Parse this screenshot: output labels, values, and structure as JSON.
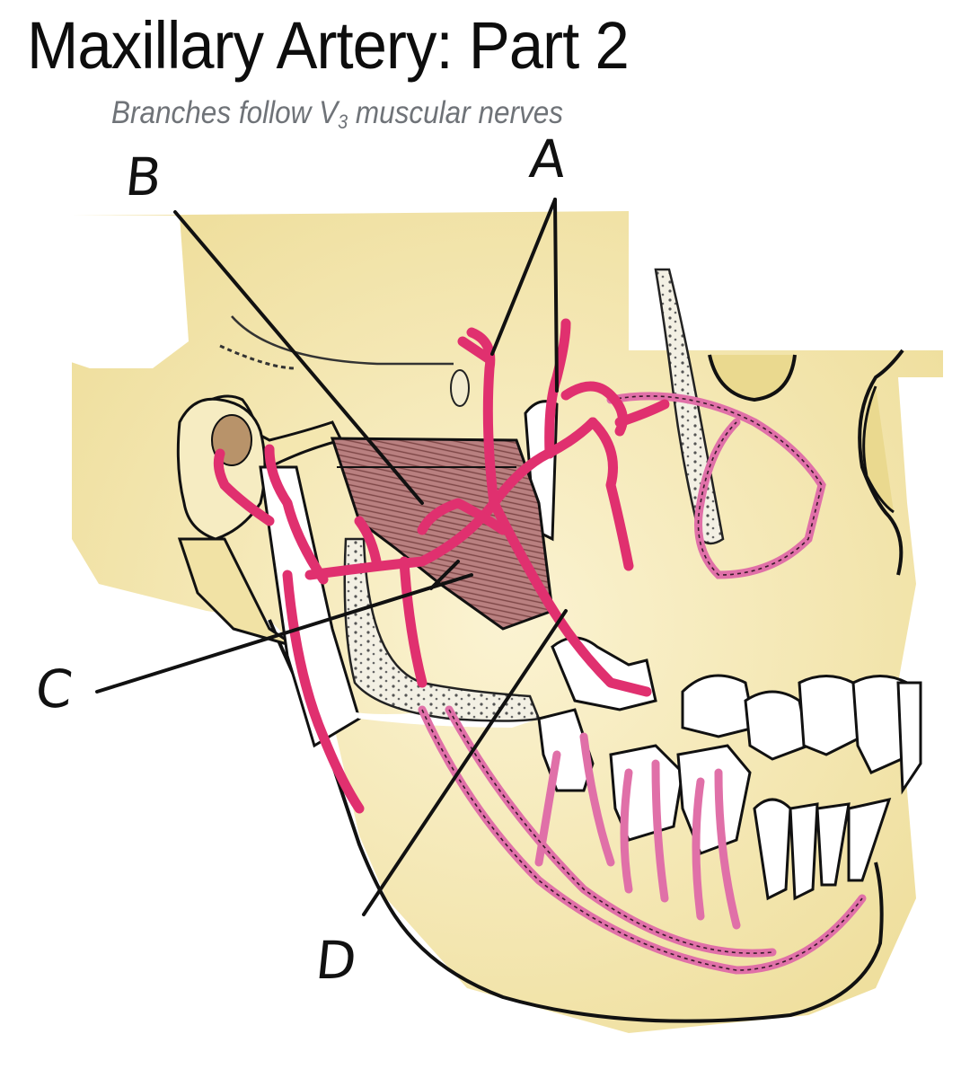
{
  "header": {
    "title": "Maxillary Artery: Part 2",
    "subtitle_prefix": "Branches follow V",
    "subtitle_subscript": "3",
    "subtitle_suffix": " muscular nerves"
  },
  "figure": {
    "description": "Lateral view of skull/mandible showing maxillary artery branches (pink) over the lateral pterygoid muscle, with dashed dental nerves/vessels",
    "colors": {
      "bone": "#f5e9b8",
      "bone_shadow": "#ead98f",
      "artery": "#e0306f",
      "nerve_dashed": "#e070a8",
      "muscle": "#a96a6a",
      "teeth": "#ffffff",
      "outline": "#111111"
    }
  },
  "labels": [
    {
      "id": "A",
      "text": "A"
    },
    {
      "id": "B",
      "text": "B"
    },
    {
      "id": "C",
      "text": "C"
    },
    {
      "id": "D",
      "text": "D"
    }
  ]
}
